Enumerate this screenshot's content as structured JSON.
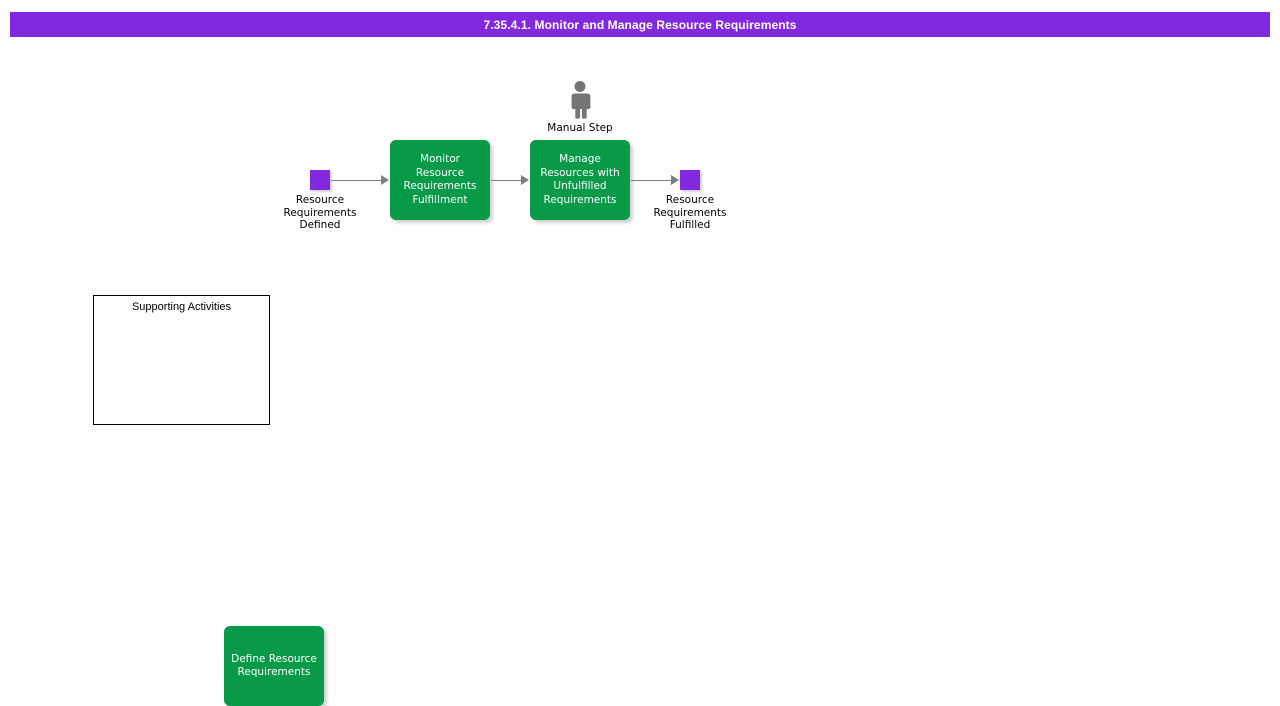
{
  "header": {
    "title": "7.35.4.1. Monitor and Manage Resource Requirements",
    "background_color": "#8228de",
    "text_color": "#ffffff"
  },
  "colors": {
    "activity_green": "#089949",
    "event_purple": "#8228de",
    "connector_gray": "#7f7f7f",
    "manual_icon_gray": "#757575",
    "group_border": "#000000",
    "page_background": "#ffffff"
  },
  "diagram": {
    "type": "process-flow",
    "events": [
      {
        "id": "start",
        "name": "resource-requirements-defined",
        "label": "Resource\nRequirements\nDefined",
        "shape": "square",
        "color": "#8228de"
      },
      {
        "id": "end",
        "name": "resource-requirements-fulfilled",
        "label": "Resource\nRequirements\nFulfilled",
        "shape": "square",
        "color": "#8228de"
      }
    ],
    "activities": [
      {
        "id": "monitor",
        "name": "monitor-resource-requirements-fulfillment",
        "label": "Monitor\nResource\nRequirements\nFulfillment",
        "color": "#089949"
      },
      {
        "id": "manage",
        "name": "manage-resources-with-unfulfilled-requirements",
        "label": "Manage\nResources with\nUnfulfilled\nRequirements",
        "color": "#089949",
        "marker": "manual-step"
      }
    ],
    "markers": [
      {
        "id": "manual-step",
        "icon": "person-icon",
        "label": "Manual Step",
        "attached_to": "manage"
      }
    ],
    "connectors": [
      {
        "from": "start",
        "to": "monitor",
        "style": "arrow"
      },
      {
        "from": "monitor",
        "to": "manage",
        "style": "arrow"
      },
      {
        "from": "manage",
        "to": "end",
        "style": "arrow"
      }
    ]
  },
  "supporting_activities": {
    "title": "Supporting Activities",
    "items": [
      {
        "id": "define",
        "name": "define-resource-requirements",
        "label": "Define Resource\nRequirements",
        "color": "#089949"
      }
    ]
  }
}
